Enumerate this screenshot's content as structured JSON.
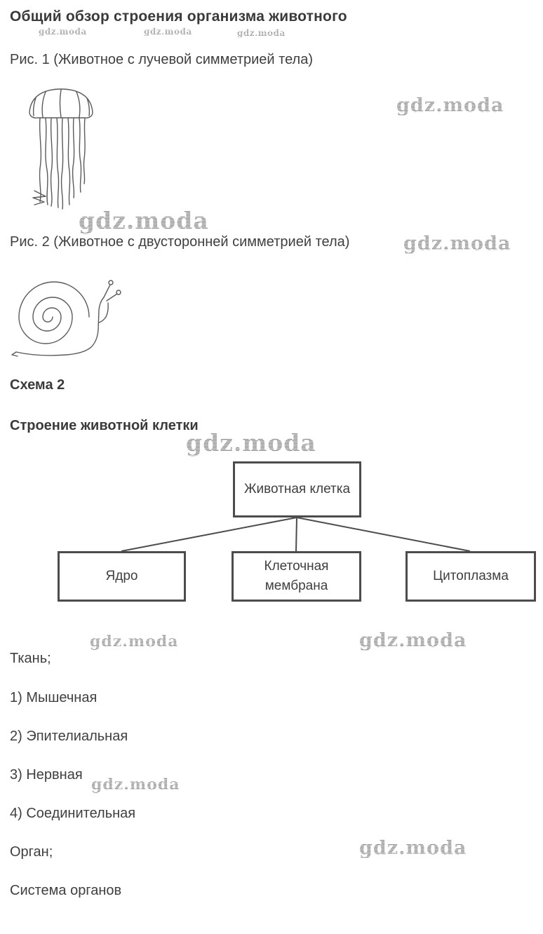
{
  "page": {
    "title": "Общий обзор строения организма животного",
    "fig1_caption": "Рис. 1 (Животное с лучевой симметрией тела)",
    "fig2_caption": "Рис. 2 (Животное с двусторонней симметрией тела)",
    "schema_label": "Схема 2",
    "schema_title": "Строение животной клетки"
  },
  "watermark": {
    "text": "gdz.moda"
  },
  "diagram": {
    "root": "Животная клетка",
    "children": [
      "Ядро",
      "Клеточная мембрана",
      "Цитоплазма"
    ]
  },
  "lists": {
    "tissue_label": "Ткань;",
    "tissues": [
      "1) Мышечная",
      "2) Эпителиальная",
      "3) Нервная",
      "4) Соединительная"
    ],
    "organ_label": "Орган;",
    "organ_system_label": "Система органов"
  }
}
